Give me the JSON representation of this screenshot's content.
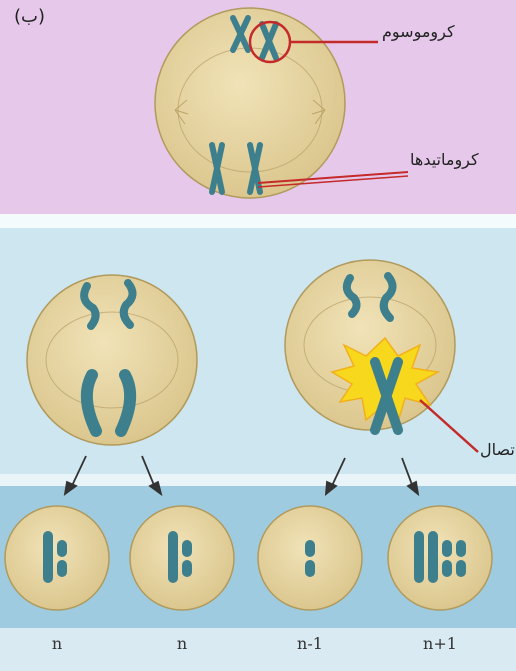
{
  "part_label": "(ب)",
  "labels": {
    "chromosome": "کروموسوم",
    "chromatids": "کروماتیدها",
    "nondisjunction": "اتصال"
  },
  "results": [
    "n",
    "n",
    "n-1",
    "n+1"
  ],
  "colors": {
    "top_bg": "#e6c9ea",
    "band_bg": "#cce6ee",
    "lower_bg": "#9ecbe0",
    "cell_fill": "#e8d7a3",
    "chromosome": "#3d7f8c",
    "highlight": "#f7d81c",
    "annotation": "#c42a2a"
  }
}
